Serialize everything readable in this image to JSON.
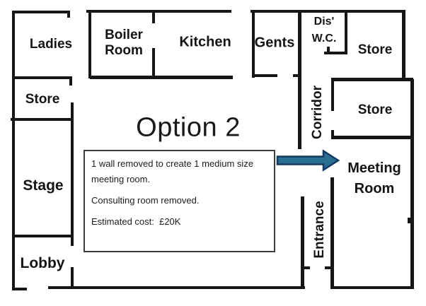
{
  "title": "Option 2",
  "rooms": {
    "ladies": "Ladies",
    "store_left": "Store",
    "stage": "Stage",
    "lobby": "Lobby",
    "boiler_room": "Boiler Room",
    "kitchen": "Kitchen",
    "gents": "Gents",
    "dis_wc": "Dis' W.C.",
    "store_top_right": "Store",
    "store_right": "Store",
    "corridor": "Corridor",
    "meeting_room": "Meeting Room",
    "entrance": "Entrance"
  },
  "note": {
    "para1": "1 wall removed to create 1 medium size meeting room.",
    "para2": "Consulting room removed.",
    "para3": "Estimated cost:  £20K"
  },
  "colors": {
    "wall": "#161616",
    "arrow_fill": "#2a6d92",
    "arrow_stroke": "#16395f",
    "text": "#141414",
    "note_border": "#3e3e3e"
  }
}
